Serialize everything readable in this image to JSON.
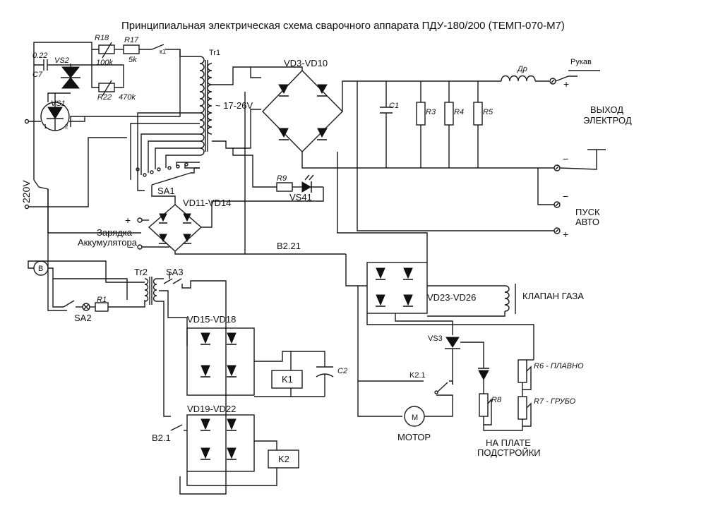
{
  "title": "Принципиальная электрическая схема сварочного аппарата ПДУ-180/200 (ТЕМП-070-М7)",
  "labels": {
    "c7_value": "0.22",
    "c7": "C7",
    "vs2": "VS2",
    "vs1": "VS1",
    "vs1_pin1": "1",
    "vs1_pin2": "2",
    "r18": "R18",
    "r18_value": "100k",
    "r17": "R17",
    "r17_value": "5k",
    "r22": "R22",
    "r22_value": "470k",
    "k1_contact": "к1",
    "tr1": "Tr1",
    "voltage": "~ 17-26V",
    "vd3_vd10": "VD3-VD10",
    "c1": "C1",
    "r3": "R3",
    "r4": "R4",
    "r5": "R5",
    "dr": "Др",
    "rukav": "Рукав",
    "plus_out": "+",
    "vyhod": "ВЫХОД",
    "elektrod": "ЭЛЕКТРОД",
    "minus_out": "−",
    "minus_pusk": "−",
    "pusk": "ПУСК",
    "avto": "АВТО",
    "plus_avto": "+",
    "v220": "220V",
    "sa1": "SA1",
    "r9": "R9",
    "vs41": "VS41",
    "vd11_vd14": "VD11-VD14",
    "plus_charge": "+",
    "zaryadka": "Зарядка",
    "akkumulyatora": "Аккумулятора",
    "minus_charge": "−",
    "b221": "B2.21",
    "b_symbol": "B",
    "tr2": "Tr2",
    "sa3": "SA3",
    "sa2": "SA2",
    "r1": "R1",
    "vd15_vd18": "VD15-VD18",
    "k1": "K1",
    "c2": "C2",
    "vd19_vd22": "VD19-VD22",
    "k2": "K2",
    "b21": "B2.1",
    "vd23_vd26": "VD23-VD26",
    "klapan": "КЛАПАН ГАЗА",
    "vs3": "VS3",
    "k21": "K2.1",
    "r6": "R6 - ПЛАВНО",
    "r7": "R7 - ГРУБО",
    "r8": "R8",
    "motor_symbol": "M",
    "motor": "МОТОР",
    "na_plate": "НА ПЛАТЕ",
    "podstroyki": "ПОДСТРОЙКИ"
  }
}
